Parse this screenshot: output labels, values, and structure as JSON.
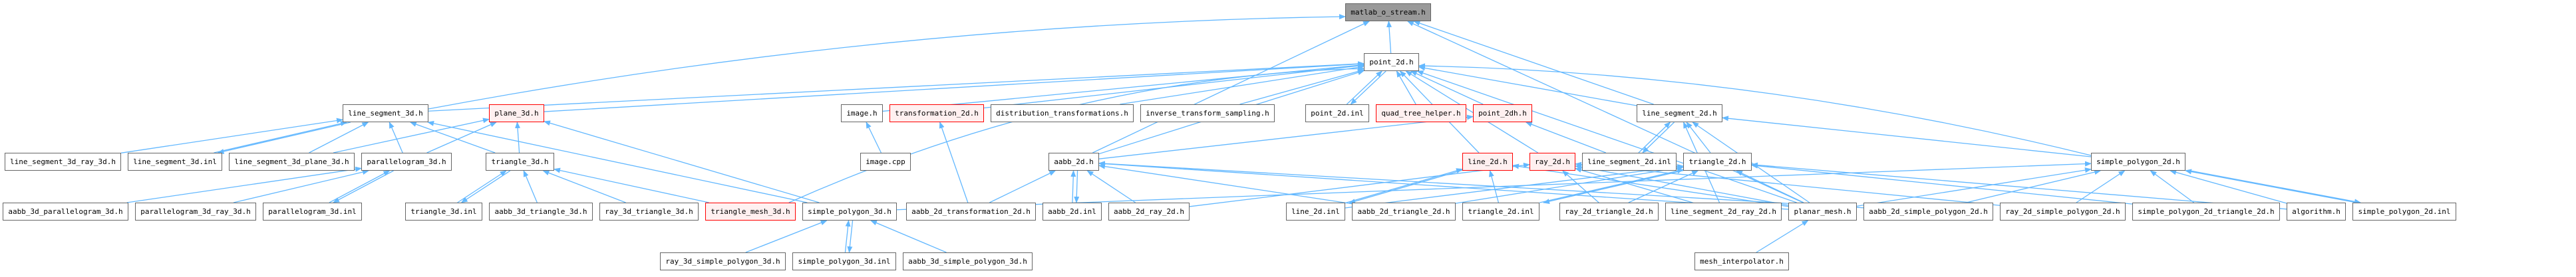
{
  "graph": {
    "title": "matlab_o_stream.h",
    "colors": {
      "edge": "#63b8ff",
      "node_border": "#666666",
      "root_fill": "#999999",
      "highlight_border": "#ff0000",
      "highlight_fill": "#fff0f0"
    },
    "nodes": [
      {
        "id": "matlab_o_stream",
        "label": "matlab_o_stream.h",
        "style": "root"
      },
      {
        "id": "point_2d",
        "label": "point_2d.h",
        "style": "normal"
      },
      {
        "id": "line_segment_3d",
        "label": "line_segment_3d.h",
        "style": "normal"
      },
      {
        "id": "plane_3d",
        "label": "plane_3d.h",
        "style": "red"
      },
      {
        "id": "image_h",
        "label": "image.h",
        "style": "normal"
      },
      {
        "id": "transformation_2d",
        "label": "transformation_2d.h",
        "style": "red"
      },
      {
        "id": "distribution_transformations",
        "label": "distribution_transformations.h",
        "style": "normal"
      },
      {
        "id": "inverse_transform_sampling",
        "label": "inverse_transform_sampling.h",
        "style": "normal"
      },
      {
        "id": "point_2d_inl",
        "label": "point_2d.inl",
        "style": "normal"
      },
      {
        "id": "quad_tree_helper",
        "label": "quad_tree_helper.h",
        "style": "red"
      },
      {
        "id": "point_2dh",
        "label": "point_2dh.h",
        "style": "red"
      },
      {
        "id": "line_segment_2d",
        "label": "line_segment_2d.h",
        "style": "normal"
      },
      {
        "id": "line_segment_3d_ray_3d",
        "label": "line_segment_3d_ray_3d.h",
        "style": "normal"
      },
      {
        "id": "line_segment_3d_inl",
        "label": "line_segment_3d.inl",
        "style": "normal"
      },
      {
        "id": "line_segment_3d_plane_3d",
        "label": "line_segment_3d_plane_3d.h",
        "style": "normal"
      },
      {
        "id": "parallelogram_3d",
        "label": "parallelogram_3d.h",
        "style": "normal"
      },
      {
        "id": "triangle_3d",
        "label": "triangle_3d.h",
        "style": "normal"
      },
      {
        "id": "image_cpp",
        "label": "image.cpp",
        "style": "normal"
      },
      {
        "id": "aabb_2d",
        "label": "aabb_2d.h",
        "style": "normal"
      },
      {
        "id": "line_2d",
        "label": "line_2d.h",
        "style": "red"
      },
      {
        "id": "ray_2d",
        "label": "ray_2d.h",
        "style": "red"
      },
      {
        "id": "line_segment_2d_inl",
        "label": "line_segment_2d.inl",
        "style": "normal"
      },
      {
        "id": "triangle_2d",
        "label": "triangle_2d.h",
        "style": "normal"
      },
      {
        "id": "simple_polygon_2d",
        "label": "simple_polygon_2d.h",
        "style": "normal"
      },
      {
        "id": "aabb_3d_parallelogram_3d",
        "label": "aabb_3d_parallelogram_3d.h",
        "style": "normal"
      },
      {
        "id": "parallelogram_3d_ray_3d",
        "label": "parallelogram_3d_ray_3d.h",
        "style": "normal"
      },
      {
        "id": "parallelogram_3d_inl",
        "label": "parallelogram_3d.inl",
        "style": "normal"
      },
      {
        "id": "triangle_3d_inl",
        "label": "triangle_3d.inl",
        "style": "normal"
      },
      {
        "id": "aabb_3d_triangle_3d",
        "label": "aabb_3d_triangle_3d.h",
        "style": "normal"
      },
      {
        "id": "ray_3d_triangle_3d",
        "label": "ray_3d_triangle_3d.h",
        "style": "normal"
      },
      {
        "id": "triangle_mesh_3d",
        "label": "triangle_mesh_3d.h",
        "style": "red"
      },
      {
        "id": "simple_polygon_3d",
        "label": "simple_polygon_3d.h",
        "style": "normal"
      },
      {
        "id": "aabb_2d_transformation_2d",
        "label": "aabb_2d_transformation_2d.h",
        "style": "normal"
      },
      {
        "id": "aabb_2d_inl",
        "label": "aabb_2d.inl",
        "style": "normal"
      },
      {
        "id": "aabb_2d_ray_2d",
        "label": "aabb_2d_ray_2d.h",
        "style": "normal"
      },
      {
        "id": "line_2d_inl",
        "label": "line_2d.inl",
        "style": "normal"
      },
      {
        "id": "aabb_2d_triangle_2d",
        "label": "aabb_2d_triangle_2d.h",
        "style": "normal"
      },
      {
        "id": "triangle_2d_inl",
        "label": "triangle_2d.inl",
        "style": "normal"
      },
      {
        "id": "ray_2d_triangle_2d",
        "label": "ray_2d_triangle_2d.h",
        "style": "normal"
      },
      {
        "id": "line_segment_2d_ray_2d",
        "label": "line_segment_2d_ray_2d.h",
        "style": "normal"
      },
      {
        "id": "planar_mesh",
        "label": "planar_mesh.h",
        "style": "normal"
      },
      {
        "id": "aabb_2d_simple_polygon_2d",
        "label": "aabb_2d_simple_polygon_2d.h",
        "style": "normal"
      },
      {
        "id": "ray_2d_simple_polygon_2d",
        "label": "ray_2d_simple_polygon_2d.h",
        "style": "normal"
      },
      {
        "id": "simple_polygon_2d_triangle_2d",
        "label": "simple_polygon_2d_triangle_2d.h",
        "style": "normal"
      },
      {
        "id": "algorithm",
        "label": "algorithm.h",
        "style": "normal"
      },
      {
        "id": "simple_polygon_2d_inl",
        "label": "simple_polygon_2d.inl",
        "style": "normal"
      },
      {
        "id": "ray_3d_simple_polygon_3d",
        "label": "ray_3d_simple_polygon_3d.h",
        "style": "normal"
      },
      {
        "id": "simple_polygon_3d_inl",
        "label": "simple_polygon_3d.inl",
        "style": "normal"
      },
      {
        "id": "aabb_3d_simple_polygon_3d",
        "label": "aabb_3d_simple_polygon_3d.h",
        "style": "normal"
      },
      {
        "id": "mesh_interpolator",
        "label": "mesh_interpolator.h",
        "style": "normal"
      }
    ],
    "edges": [
      [
        "point_2d",
        "matlab_o_stream"
      ],
      [
        "line_segment_3d",
        "matlab_o_stream"
      ],
      [
        "aabb_2d",
        "matlab_o_stream"
      ],
      [
        "line_segment_2d",
        "matlab_o_stream"
      ],
      [
        "planar_mesh",
        "matlab_o_stream"
      ],
      [
        "line_segment_3d",
        "point_2d"
      ],
      [
        "plane_3d",
        "point_2d"
      ],
      [
        "image_h",
        "point_2d"
      ],
      [
        "transformation_2d",
        "point_2d"
      ],
      [
        "distribution_transformations",
        "point_2d"
      ],
      [
        "inverse_transform_sampling",
        "point_2d"
      ],
      [
        "point_2d_inl",
        "point_2d"
      ],
      [
        "point_2d",
        "point_2d_inl"
      ],
      [
        "quad_tree_helper",
        "point_2d"
      ],
      [
        "point_2dh",
        "point_2d"
      ],
      [
        "line_segment_2d",
        "point_2d"
      ],
      [
        "triangle_mesh_3d",
        "point_2d"
      ],
      [
        "line_2d",
        "point_2d"
      ],
      [
        "ray_2d",
        "point_2d"
      ],
      [
        "planar_mesh",
        "point_2d"
      ],
      [
        "aabb_2d",
        "point_2d"
      ],
      [
        "simple_polygon_2d",
        "point_2d"
      ],
      [
        "line_segment_3d_ray_3d",
        "line_segment_3d"
      ],
      [
        "line_segment_3d_inl",
        "line_segment_3d"
      ],
      [
        "line_segment_3d",
        "line_segment_3d_inl"
      ],
      [
        "line_segment_3d_plane_3d",
        "line_segment_3d"
      ],
      [
        "parallelogram_3d",
        "line_segment_3d"
      ],
      [
        "triangle_3d",
        "line_segment_3d"
      ],
      [
        "simple_polygon_3d",
        "line_segment_3d"
      ],
      [
        "line_segment_3d_plane_3d",
        "plane_3d"
      ],
      [
        "parallelogram_3d",
        "plane_3d"
      ],
      [
        "triangle_3d",
        "plane_3d"
      ],
      [
        "simple_polygon_3d",
        "plane_3d"
      ],
      [
        "image_cpp",
        "image_h"
      ],
      [
        "aabb_2d_transformation_2d",
        "transformation_2d"
      ],
      [
        "aabb_2d",
        "point_2dh"
      ],
      [
        "line_segment_2d_inl",
        "point_2dh"
      ],
      [
        "line_segment_2d_inl",
        "line_segment_2d"
      ],
      [
        "line_segment_2d",
        "line_segment_2d_inl"
      ],
      [
        "triangle_2d",
        "line_segment_2d"
      ],
      [
        "planar_mesh",
        "line_segment_2d"
      ],
      [
        "line_segment_2d_ray_2d",
        "line_segment_2d"
      ],
      [
        "simple_polygon_2d",
        "line_segment_2d"
      ],
      [
        "aabb_3d_parallelogram_3d",
        "parallelogram_3d"
      ],
      [
        "parallelogram_3d_ray_3d",
        "parallelogram_3d"
      ],
      [
        "parallelogram_3d_inl",
        "parallelogram_3d"
      ],
      [
        "parallelogram_3d",
        "parallelogram_3d_inl"
      ],
      [
        "triangle_3d_inl",
        "triangle_3d"
      ],
      [
        "triangle_3d",
        "triangle_3d_inl"
      ],
      [
        "aabb_3d_triangle_3d",
        "triangle_3d"
      ],
      [
        "ray_3d_triangle_3d",
        "triangle_3d"
      ],
      [
        "triangle_mesh_3d",
        "triangle_3d"
      ],
      [
        "aabb_2d_transformation_2d",
        "aabb_2d"
      ],
      [
        "aabb_2d_inl",
        "aabb_2d"
      ],
      [
        "aabb_2d",
        "aabb_2d_inl"
      ],
      [
        "aabb_2d_ray_2d",
        "aabb_2d"
      ],
      [
        "aabb_2d_triangle_2d",
        "aabb_2d"
      ],
      [
        "aabb_2d_simple_polygon_2d",
        "aabb_2d"
      ],
      [
        "planar_mesh",
        "aabb_2d"
      ],
      [
        "line_2d_inl",
        "line_2d"
      ],
      [
        "line_2d",
        "line_2d_inl"
      ],
      [
        "triangle_2d_inl",
        "line_2d"
      ],
      [
        "planar_mesh",
        "line_2d"
      ],
      [
        "aabb_2d_ray_2d",
        "ray_2d"
      ],
      [
        "ray_2d_triangle_2d",
        "ray_2d"
      ],
      [
        "line_segment_2d_ray_2d",
        "ray_2d"
      ],
      [
        "ray_2d_simple_polygon_2d",
        "ray_2d"
      ],
      [
        "planar_mesh",
        "ray_2d"
      ],
      [
        "aabb_2d_triangle_2d",
        "triangle_2d"
      ],
      [
        "triangle_2d_inl",
        "triangle_2d"
      ],
      [
        "triangle_2d",
        "triangle_2d_inl"
      ],
      [
        "ray_2d_triangle_2d",
        "triangle_2d"
      ],
      [
        "planar_mesh",
        "triangle_2d"
      ],
      [
        "simple_polygon_2d_triangle_2d",
        "triangle_2d"
      ],
      [
        "algorithm",
        "triangle_2d"
      ],
      [
        "line_2d_inl",
        "triangle_2d"
      ],
      [
        "aabb_2d_simple_polygon_2d",
        "simple_polygon_2d"
      ],
      [
        "ray_2d_simple_polygon_2d",
        "simple_polygon_2d"
      ],
      [
        "simple_polygon_2d_triangle_2d",
        "simple_polygon_2d"
      ],
      [
        "algorithm",
        "simple_polygon_2d"
      ],
      [
        "simple_polygon_2d_inl",
        "simple_polygon_2d"
      ],
      [
        "simple_polygon_2d",
        "simple_polygon_2d_inl"
      ],
      [
        "planar_mesh",
        "simple_polygon_2d"
      ],
      [
        "simple_polygon_3d",
        "simple_polygon_2d"
      ],
      [
        "ray_3d_simple_polygon_3d",
        "simple_polygon_3d"
      ],
      [
        "simple_polygon_3d_inl",
        "simple_polygon_3d"
      ],
      [
        "simple_polygon_3d",
        "simple_polygon_3d_inl"
      ],
      [
        "aabb_3d_simple_polygon_3d",
        "simple_polygon_3d"
      ],
      [
        "mesh_interpolator",
        "planar_mesh"
      ]
    ]
  }
}
